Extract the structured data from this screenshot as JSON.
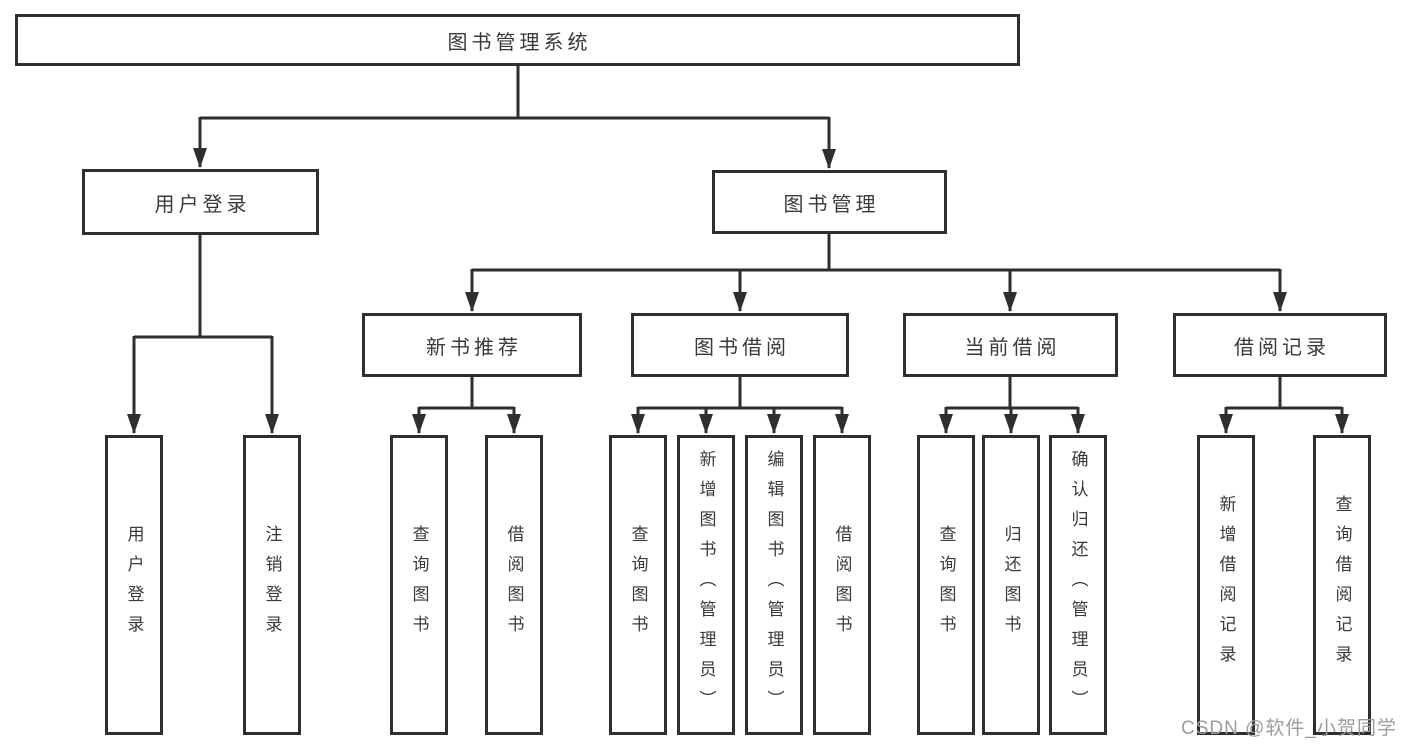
{
  "title": "图书管理系统",
  "watermark": "CSDN @软件_小贺同学",
  "colors": {
    "background": "#ffffff",
    "line": "#2e2e2e",
    "box_border": "#2e2e2e",
    "text": "#3a3a3a",
    "watermark": "#9c9c9c"
  },
  "tree": {
    "root": {
      "label": "图书管理系统"
    },
    "branches": [
      {
        "label": "用户登录",
        "children": [
          {
            "label": "用户登录"
          },
          {
            "label": "注销登录"
          }
        ]
      },
      {
        "label": "图书管理",
        "children": [
          {
            "label": "新书推荐",
            "children": [
              {
                "label": "查询图书"
              },
              {
                "label": "借阅图书"
              }
            ]
          },
          {
            "label": "图书借阅",
            "children": [
              {
                "label": "查询图书"
              },
              {
                "label": "新增图书（管理员）"
              },
              {
                "label": "编辑图书（管理员）"
              },
              {
                "label": "借阅图书"
              }
            ]
          },
          {
            "label": "当前借阅",
            "children": [
              {
                "label": "查询图书"
              },
              {
                "label": "归还图书"
              },
              {
                "label": "确认归还（管理员）"
              }
            ]
          },
          {
            "label": "借阅记录",
            "children": [
              {
                "label": "新增借阅记录"
              },
              {
                "label": "查询借阅记录"
              }
            ]
          }
        ]
      }
    ]
  }
}
